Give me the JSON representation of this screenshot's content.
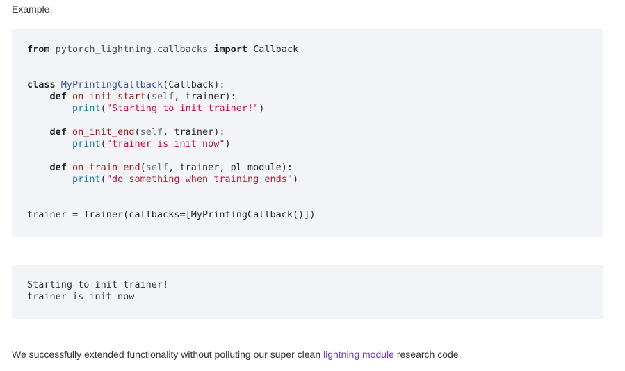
{
  "example_label": "Example:",
  "code": {
    "line1": {
      "kw_from": "from",
      "module": "pytorch_lightning.callbacks",
      "kw_import": "import",
      "name": "Callback"
    },
    "line2": {
      "kw_class": "class",
      "class_name": "MyPrintingCallback",
      "rest": "(Callback):"
    },
    "line3": {
      "kw_def": "def",
      "fn": "on_init_start",
      "open": "(",
      "self": "self",
      "rest": ", trainer):"
    },
    "line4": {
      "builtin": "print",
      "open": "(",
      "str": "\"Starting to init trainer!\"",
      "close": ")"
    },
    "line5": {
      "kw_def": "def",
      "fn": "on_init_end",
      "open": "(",
      "self": "self",
      "rest": ", trainer):"
    },
    "line6": {
      "builtin": "print",
      "open": "(",
      "str": "\"trainer is init now\"",
      "close": ")"
    },
    "line7": {
      "kw_def": "def",
      "fn": "on_train_end",
      "open": "(",
      "self": "self",
      "rest": ", trainer, pl_module):"
    },
    "line8": {
      "builtin": "print",
      "open": "(",
      "str": "\"do something when training ends\"",
      "close": ")"
    },
    "line9": "trainer = Trainer(callbacks=[MyPrintingCallback()])"
  },
  "output": {
    "line1": "Starting to init trainer!",
    "line2": "trainer is init now"
  },
  "paragraph": {
    "before": "We successfully extended functionality without polluting our super clean ",
    "link": "lightning module",
    "after": " research code."
  }
}
